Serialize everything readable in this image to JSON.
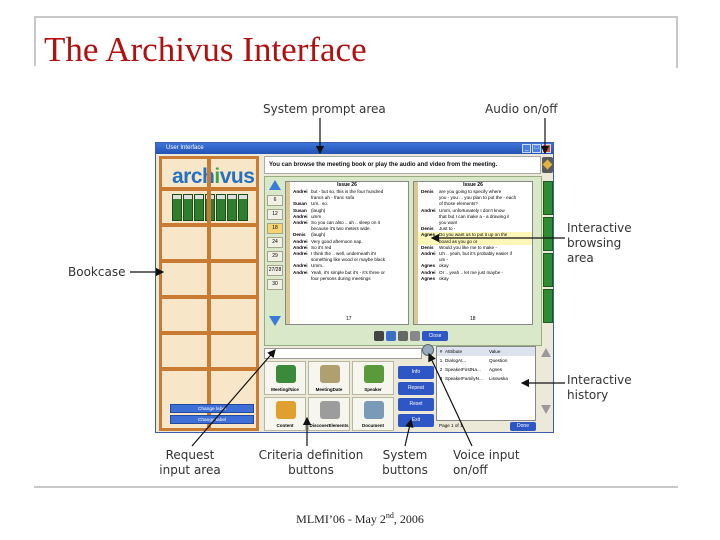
{
  "slide": {
    "title": "The Archivus Interface",
    "footer_text": "MLMI’06 - May 2",
    "footer_sup": "nd",
    "footer_year": ", 2006"
  },
  "callouts": {
    "system_prompt_area": "System prompt area",
    "audio_on_off": "Audio on/off",
    "bookcase": "Bookcase",
    "interactive_browsing_1": "Interactive",
    "interactive_browsing_2": "browsing",
    "interactive_browsing_3": "area",
    "interactive_history_1": "Interactive",
    "interactive_history_2": "history",
    "request_input_1": "Request",
    "request_input_2": "input area",
    "criteria_1": "Criteria definition",
    "criteria_2": "buttons",
    "system_buttons_1": "System",
    "system_buttons_2": "buttons",
    "voice_input_1": "Voice input",
    "voice_input_2": "on/off"
  },
  "app": {
    "window_title": "User Interface",
    "logo_main": "arch",
    "logo_i": "i",
    "logo_rest": "vus",
    "prompt": "You can browse the meeting book or play the audio and video from the meeting.",
    "page_numbers": [
      "6",
      "12",
      "18",
      "24",
      "29",
      "27/28",
      "30"
    ],
    "issue_left": "Issue 26",
    "issue_right": "Issue 26",
    "left_page_num": "17",
    "right_page_num": "18",
    "close_label": "Close",
    "transcript_left": [
      {
        "spk": "Andrei",
        "txt": "but - but so, this is the four hundred"
      },
      {
        "spk": "",
        "txt": "francs ah - franc sofa"
      },
      {
        "spk": "Susan",
        "txt": "Um.. so."
      },
      {
        "spk": "Susan",
        "txt": "(laugh)"
      },
      {
        "spk": "Andrei",
        "txt": "umm"
      },
      {
        "spk": "Andrei",
        "txt": "So you can also .. ah .. sleep on it"
      },
      {
        "spk": "",
        "txt": "because it's two meters wide."
      },
      {
        "spk": "Denis",
        "txt": "(laugh)"
      },
      {
        "spk": "Andrei",
        "txt": "Very good afternoon nap."
      },
      {
        "spk": "Andrei",
        "txt": "So it's red"
      },
      {
        "spk": "Andrei",
        "txt": "I think the .. well, underneath it's"
      },
      {
        "spk": "",
        "txt": "something like wood or maybe black"
      },
      {
        "spk": "Andrei",
        "txt": "Umm.."
      },
      {
        "spk": "Andrei",
        "txt": "Yeah, it's simple but it's - it's three or"
      },
      {
        "spk": "",
        "txt": "four persons during meetings"
      }
    ],
    "transcript_right": [
      {
        "spk": "Denis",
        "txt": "are you going to specify where",
        "hl": false
      },
      {
        "spk": "",
        "txt": "you - you ... you plan to put the - each",
        "hl": false
      },
      {
        "spk": "",
        "txt": "of those elements?",
        "hl": false
      },
      {
        "spk": "Andrei",
        "txt": "Umm, unfortunately I don't know",
        "hl": false
      },
      {
        "spk": "",
        "txt": "that but I can make a - a drawing if",
        "hl": false
      },
      {
        "spk": "",
        "txt": "you want",
        "hl": false
      },
      {
        "spk": "Denis",
        "txt": "Just to -",
        "hl": false
      },
      {
        "spk": "Agnes",
        "txt": "Do you want us to put it up on the",
        "hl": true
      },
      {
        "spk": "",
        "txt": "board as you go or",
        "hl": true
      },
      {
        "spk": "Denis",
        "txt": "Would you like me to make -",
        "hl": false
      },
      {
        "spk": "Andrei",
        "txt": "Uh .. yeah, but it's probably easier if",
        "hl": false
      },
      {
        "spk": "",
        "txt": "um -",
        "hl": false
      },
      {
        "spk": "Agnes",
        "txt": "okay",
        "hl": false
      },
      {
        "spk": "Andrei",
        "txt": "Or .. yeah .. let me just maybe -",
        "hl": false
      },
      {
        "spk": "Agnes",
        "txt": "okay",
        "hl": false
      }
    ],
    "criteria": [
      {
        "label": "Meeting/Nice"
      },
      {
        "label": "MeetingDate"
      },
      {
        "label": "Speaker"
      },
      {
        "label": "Content"
      },
      {
        "label": "DiscoverElements"
      },
      {
        "label": "Document"
      }
    ],
    "system_buttons": [
      "Info",
      "Repeat",
      "Reset",
      "Exit"
    ],
    "change_buttons": [
      "Change label",
      "Change label"
    ],
    "history": {
      "head": [
        "#",
        "Attribute",
        "Value"
      ],
      "rows": [
        {
          "n": "1",
          "attr": "DialogAt...",
          "val": "Question"
        },
        {
          "n": "2",
          "attr": "SpeakerFirstNa...",
          "val": "Agnes"
        },
        {
          "n": "3",
          "attr": "SpeakerFamilyN...",
          "val": "Lisowska"
        }
      ],
      "page": "Page 1 of 1",
      "done": "Done"
    },
    "colors": {
      "accent": "#2e56c4",
      "wood": "#c77b33",
      "browse_bg": "#d9e8c8",
      "title_red": "#b01010"
    }
  }
}
